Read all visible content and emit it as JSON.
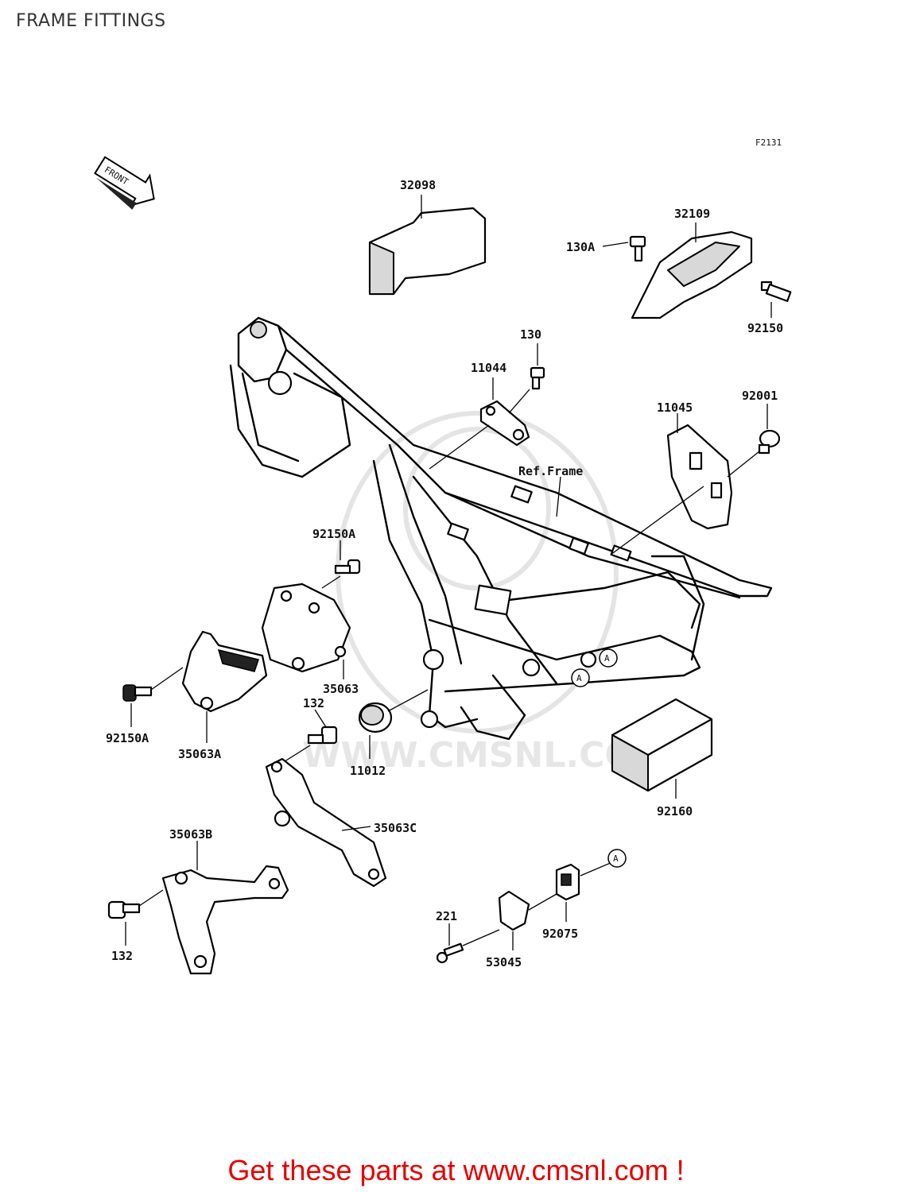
{
  "page": {
    "title": "FRAME FITTINGS",
    "figure_code": "F2131"
  },
  "direction_arrow": {
    "label": "FRONT"
  },
  "watermark": {
    "text": "WWW.CMSNL.COM"
  },
  "labels": {
    "p32098": "32098",
    "p32109": "32109",
    "p130A": "130A",
    "p92150": "92150",
    "p130": "130",
    "p11044": "11044",
    "p11045": "11045",
    "p92001": "92001",
    "ref_frame": "Ref.Frame",
    "p92150A_top": "92150A",
    "p35063": "35063",
    "p92150A_left": "92150A",
    "p35063A": "35063A",
    "p132_mid": "132",
    "p11012": "11012",
    "p92160": "92160",
    "p35063C": "35063C",
    "p35063B": "35063B",
    "p132_bottom": "132",
    "p221": "221",
    "p53045": "53045",
    "p92075": "92075",
    "marker_a": "A"
  },
  "footer": {
    "cta": "Get these parts at www.cmsnl.com !",
    "link_color": "#e60000"
  }
}
